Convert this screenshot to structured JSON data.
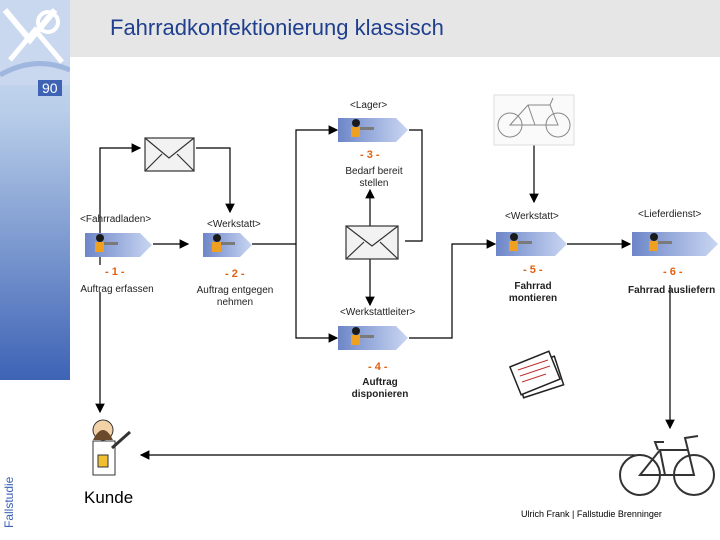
{
  "header": {
    "title": "Fahrradkonfektionierung klassisch",
    "page_number": "90"
  },
  "sidebar": {
    "label": "Fallstudie"
  },
  "actors": {
    "lager": "<Lager>",
    "fahrradladen": "<Fahrradladen>",
    "werkstatt_receive": "<Werkstatt>",
    "werkstatt_assemble": "<Werkstatt>",
    "lieferdienst": "<Lieferdienst>",
    "werkstattleiter": "<Werkstattleiter>"
  },
  "steps": {
    "s1": {
      "number": "- 1 -",
      "text": "Auftrag erfassen"
    },
    "s2": {
      "number": "- 2 -",
      "text": "Auftrag entgegen nehmen"
    },
    "s3": {
      "number": "- 3 -",
      "text": "Bedarf bereit stellen"
    },
    "s4": {
      "number": "- 4 -",
      "text": "Auftrag disponieren"
    },
    "s5": {
      "number": "- 5 -",
      "text": "Fahrrad montieren"
    },
    "s6": {
      "number": "- 6 -",
      "text": "Fahrrad ausliefern"
    }
  },
  "customer": {
    "label": "Kunde"
  },
  "footer": {
    "credit": "Ulrich Frank | Fallstudie Brenninger"
  },
  "colors": {
    "accent_blue": "#3e63b5",
    "step_orange": "#e06010",
    "title_blue": "#1f3f8f"
  }
}
